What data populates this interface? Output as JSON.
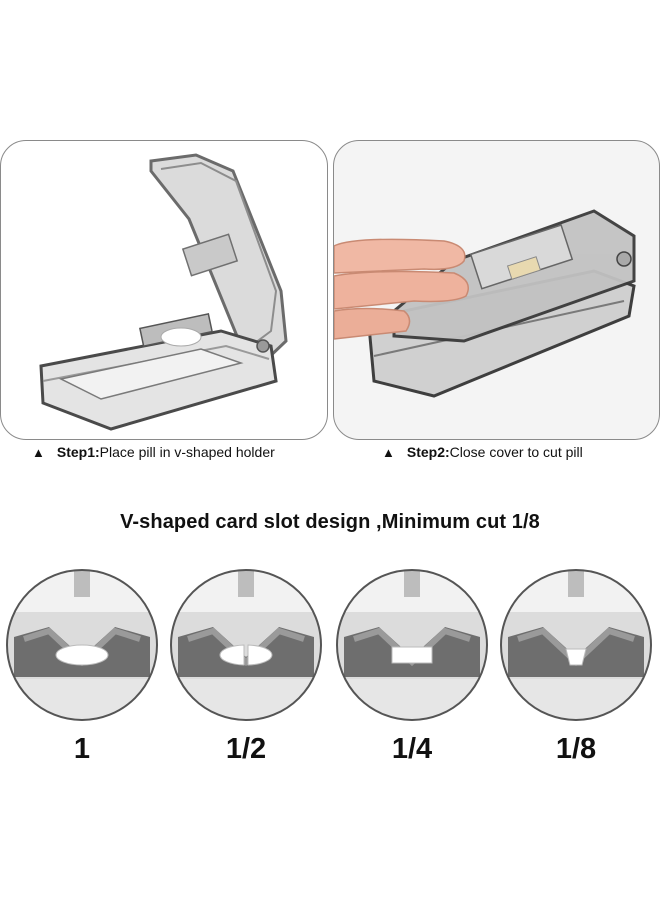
{
  "captions": [
    {
      "marker": "▲",
      "step": "Step1:",
      "text": "Place pill in v-shaped holder"
    },
    {
      "marker": "▲",
      "step": "Step2:",
      "text": "Close cover to cut pill"
    }
  ],
  "headline": "V-shaped card slot design ,Minimum cut 1/8",
  "cuts": [
    {
      "label": "1"
    },
    {
      "label": "1/2"
    },
    {
      "label": "1/4"
    },
    {
      "label": "1/8"
    }
  ],
  "colors": {
    "border": "#8a8a8a",
    "plastic": "#5b5b5b",
    "plastic_light": "#bdbdbd",
    "pill": "#ffffff",
    "skin": "#f0b8a4"
  }
}
